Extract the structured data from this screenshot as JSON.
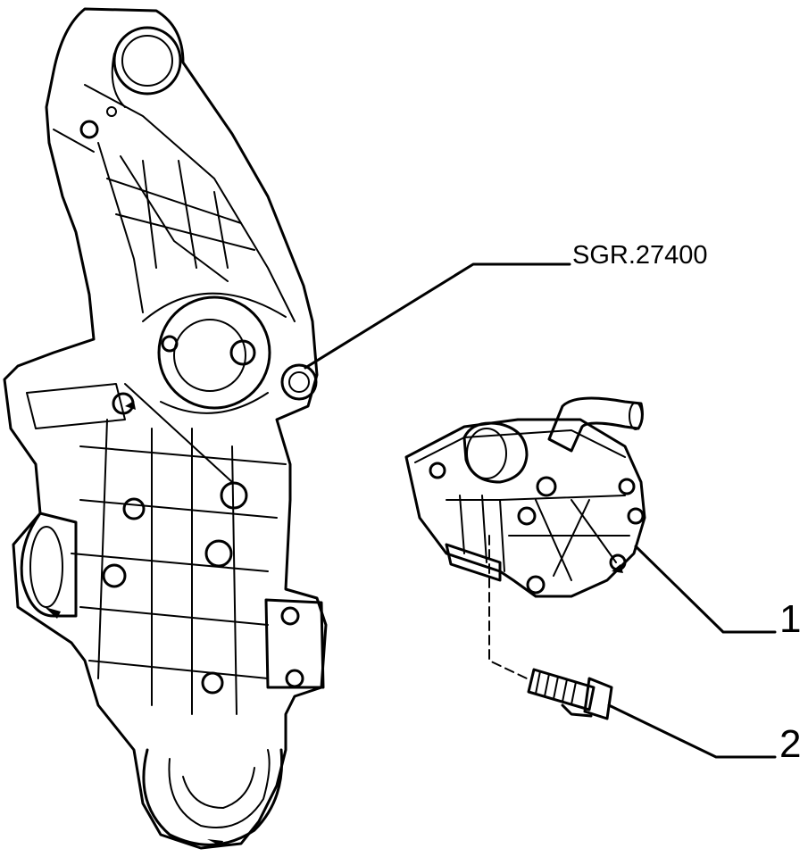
{
  "callouts": {
    "reference": "SGR.27400",
    "item_1": "1",
    "item_2": "2"
  },
  "colors": {
    "ink": "#000000",
    "paper": "#ffffff"
  }
}
